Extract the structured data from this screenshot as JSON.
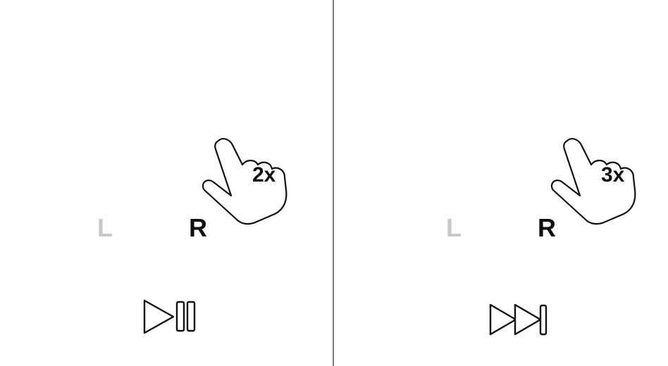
{
  "colors": {
    "ink": "#111111",
    "faded": "#c8c8c8",
    "divider": "#555555",
    "background": "#ffffff"
  },
  "panels": [
    {
      "left_earbud_label": "L",
      "right_earbud_label": "R",
      "tap_count_label": "2x",
      "action_icon": "play-pause-icon"
    },
    {
      "left_earbud_label": "L",
      "right_earbud_label": "R",
      "tap_count_label": "3x",
      "action_icon": "skip-next-icon"
    }
  ]
}
